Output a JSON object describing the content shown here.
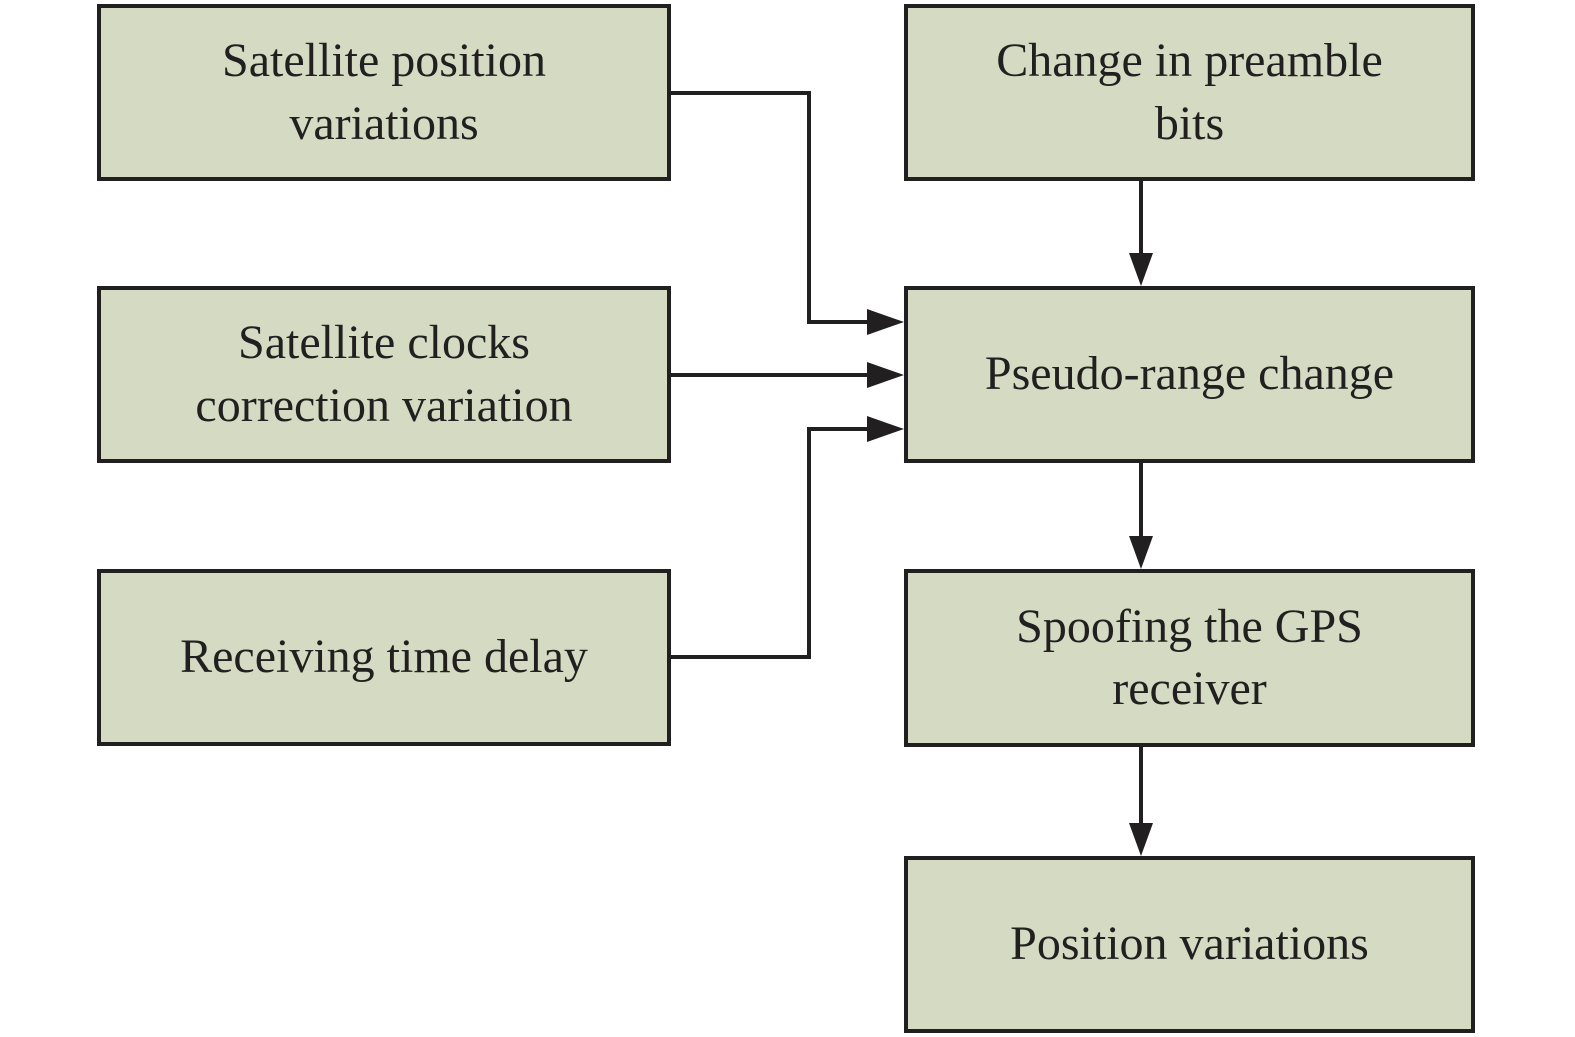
{
  "diagram": {
    "type": "flowchart",
    "nodes": {
      "satellite_position": {
        "label": "Satellite position variations",
        "lines": [
          "Satellite position",
          "variations"
        ]
      },
      "satellite_clocks": {
        "label": "Satellite clocks correction variation",
        "lines": [
          "Satellite clocks",
          "correction variation"
        ]
      },
      "receiving_delay": {
        "label": "Receiving time delay",
        "lines": [
          "Receiving time delay"
        ]
      },
      "preamble_bits": {
        "label": "Change in preamble bits",
        "lines": [
          "Change in preamble",
          "bits"
        ]
      },
      "pseudo_range": {
        "label": "Pseudo-range change",
        "lines": [
          "Pseudo-range change"
        ]
      },
      "spoofing": {
        "label": "Spoofing the GPS receiver",
        "lines": [
          "Spoofing the GPS",
          "receiver"
        ]
      },
      "position_variations": {
        "label": "Position variations",
        "lines": [
          "Position variations"
        ]
      }
    },
    "edges": [
      {
        "from": "satellite_position",
        "to": "pseudo_range"
      },
      {
        "from": "satellite_clocks",
        "to": "pseudo_range"
      },
      {
        "from": "receiving_delay",
        "to": "pseudo_range"
      },
      {
        "from": "preamble_bits",
        "to": "pseudo_range"
      },
      {
        "from": "pseudo_range",
        "to": "spoofing"
      },
      {
        "from": "spoofing",
        "to": "position_variations"
      }
    ],
    "colors": {
      "background": "#ffffff",
      "node_fill": "#d4dbc2",
      "node_border": "#221f20",
      "connector": "#221f20",
      "text": "#221f20"
    }
  }
}
